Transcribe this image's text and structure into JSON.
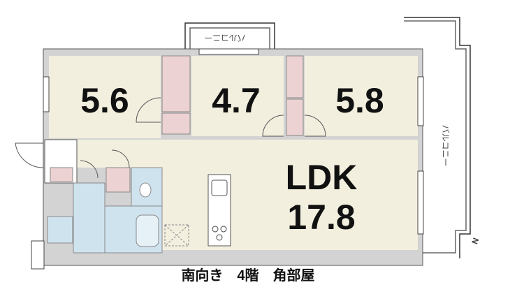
{
  "rooms": {
    "western1": "5.6",
    "western2": "4.7",
    "western3": "5.8",
    "ldk_label": "LDK",
    "ldk_size": "17.8"
  },
  "balcony_top": "バルコニー",
  "balcony_right": "バルコニー",
  "compass": "N",
  "caption": "南向き　4階　角部屋",
  "colors": {
    "room": "#f3efdf",
    "closet": "#ecd2d2",
    "wet": "#cfe3ef",
    "wall": "#cfcfcf"
  }
}
